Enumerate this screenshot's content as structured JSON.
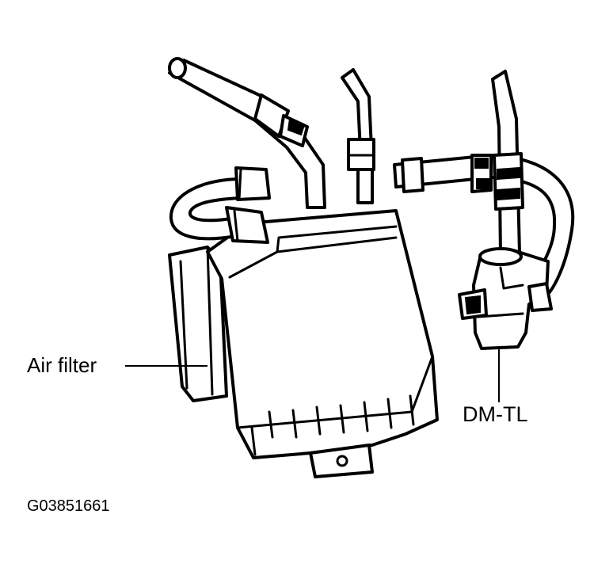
{
  "labels": {
    "air_filter": "Air filter",
    "dm_tl": "DM-TL",
    "figure_id": "G03851661"
  }
}
